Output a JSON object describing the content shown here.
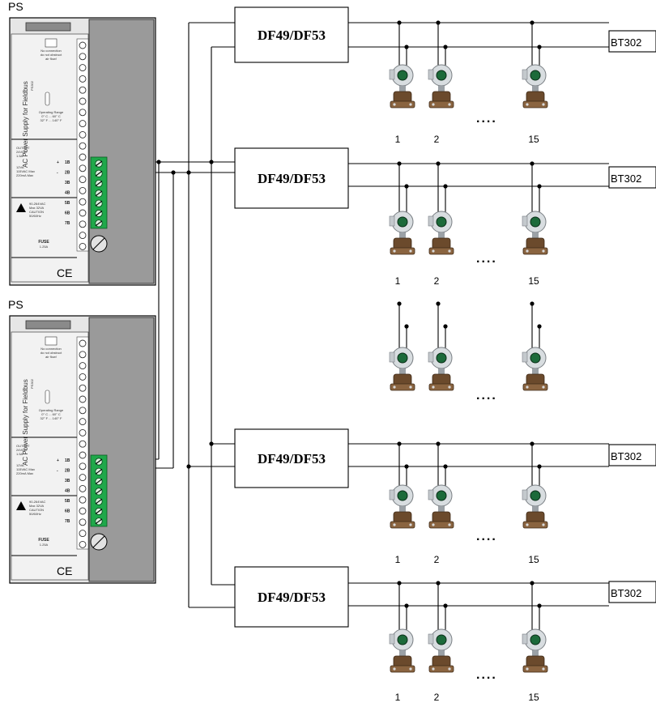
{
  "power_supplies": [
    {
      "label": "PS",
      "product_text": "AC Power Supply for Fieldbus",
      "model_text": "PS302",
      "notice": [
        "No connection",
        "do not obstruct",
        "air flow!"
      ],
      "operating_range": [
        "Operating Range",
        "0° C ... 60° C",
        "32° F ... 140° F"
      ],
      "output": [
        "OUTPUT",
        "24VDC",
        "1.5A"
      ],
      "input": [
        "12VA",
        "115VAC Max",
        "220mA Max"
      ],
      "caution": [
        "90-264VAC",
        "Max 32VA",
        "CAUTION",
        "50/60Hz"
      ],
      "terminals": [
        "+",
        "1B",
        "-",
        "2B",
        "3B",
        "4B",
        "5B",
        "6B",
        "7B"
      ],
      "fuse": [
        "FUSE",
        "1.25A"
      ],
      "mark": "CE"
    },
    {
      "label": "PS",
      "product_text": "AC Power Supply for Fieldbus",
      "model_text": "PS302",
      "notice": [
        "No connection",
        "do not obstruct",
        "air flow!"
      ],
      "operating_range": [
        "Operating Range",
        "0° C ... 60° C",
        "32° F ... 140° F"
      ],
      "output": [
        "OUTPUT",
        "24VDC",
        "1.5A"
      ],
      "input": [
        "12VA",
        "115VAC Max",
        "220mA Max"
      ],
      "caution": [
        "90-264VAC",
        "Max 32VA",
        "CAUTION",
        "50/60Hz"
      ],
      "terminals": [
        "+",
        "1B",
        "-",
        "2B",
        "3B",
        "4B",
        "5B",
        "6B",
        "7B"
      ],
      "fuse": [
        "FUSE",
        "1.25A"
      ],
      "mark": "CE"
    }
  ],
  "segments": [
    {
      "coupler": "DF49/DF53",
      "terminator": "BT302",
      "device_numbers": [
        "1",
        "2",
        "15"
      ],
      "ellipsis": "...."
    },
    {
      "coupler": "DF49/DF53",
      "terminator": "BT302",
      "device_numbers": [
        "1",
        "2",
        "15"
      ],
      "ellipsis": "...."
    },
    {
      "coupler": "",
      "terminator": "",
      "device_numbers": [],
      "ellipsis": "...."
    },
    {
      "coupler": "DF49/DF53",
      "terminator": "BT302",
      "device_numbers": [
        "1",
        "2",
        "15"
      ],
      "ellipsis": "...."
    },
    {
      "coupler": "DF49/DF53",
      "terminator": "BT302",
      "device_numbers": [
        "1",
        "2",
        "15"
      ],
      "ellipsis": "...."
    }
  ],
  "colors": {
    "ps_case": "#f2f2f2",
    "ps_door": "#9a9a9a",
    "terminal_green": "#1fa84a",
    "transmitter_head": "#d8dde0",
    "transmitter_body": "#6b4a2c"
  }
}
